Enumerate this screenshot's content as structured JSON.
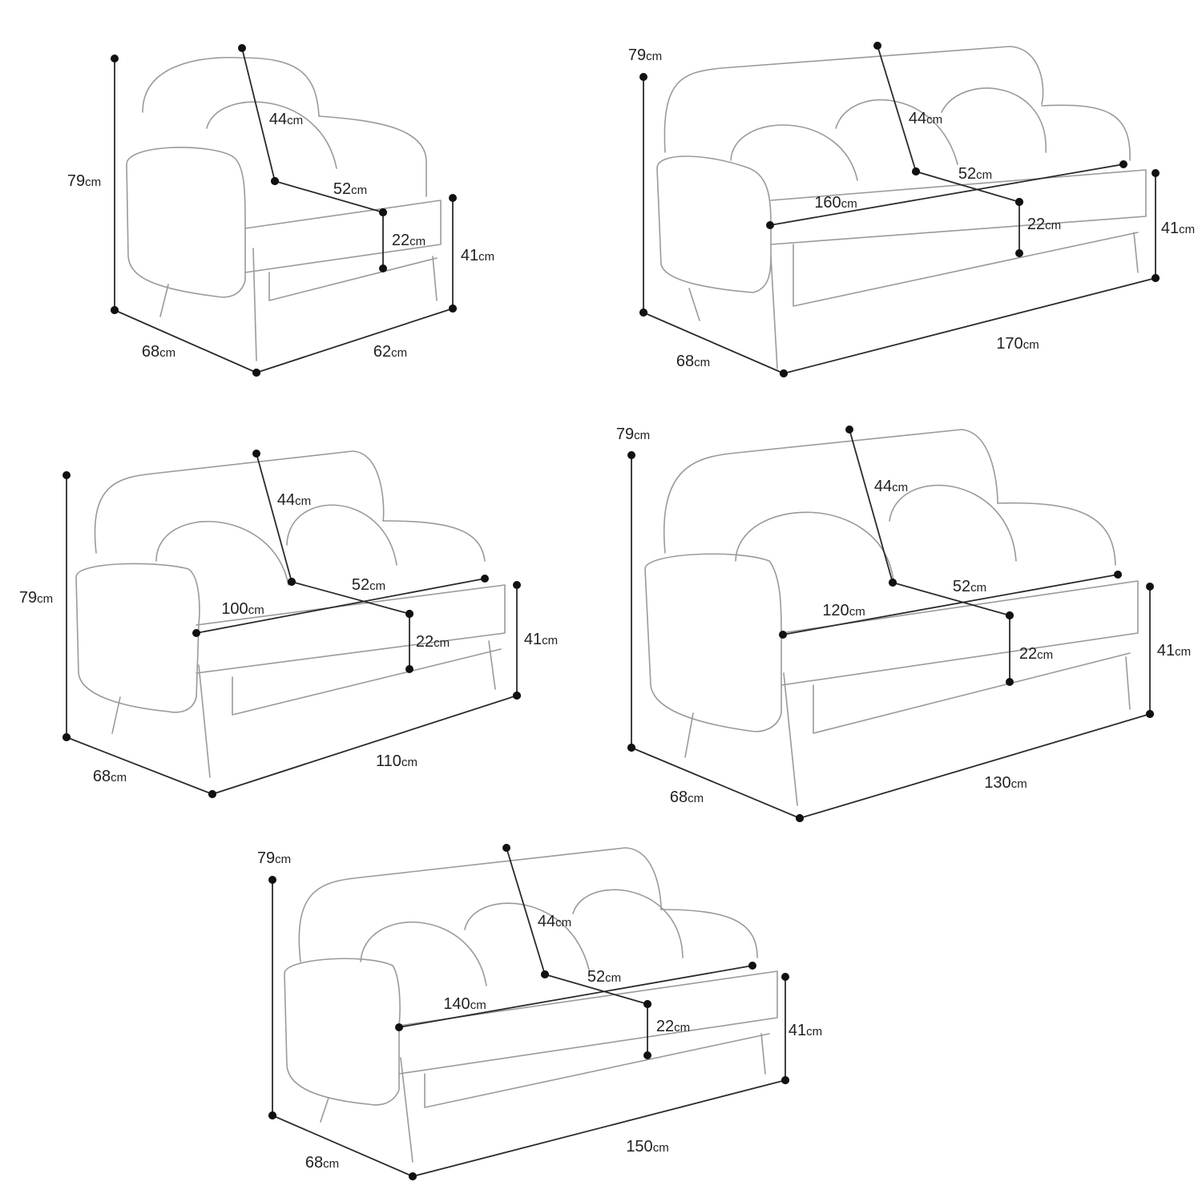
{
  "unit": "cm",
  "sofas": [
    {
      "name": "armchair",
      "dims": {
        "height": "79",
        "depth": "68",
        "width": "62",
        "seat_height": "41",
        "back_height": "44",
        "seat_depth": "52",
        "cushion": "22"
      }
    },
    {
      "name": "three-seater-170",
      "dims": {
        "height": "79",
        "depth": "68",
        "width": "170",
        "seat_height": "41",
        "back_height": "44",
        "seat_depth": "52",
        "cushion": "22",
        "seat_width": "160"
      }
    },
    {
      "name": "two-seater-110",
      "dims": {
        "height": "79",
        "depth": "68",
        "width": "110",
        "seat_height": "41",
        "back_height": "44",
        "seat_depth": "52",
        "cushion": "22",
        "seat_width": "100"
      }
    },
    {
      "name": "two-seater-130",
      "dims": {
        "height": "79",
        "depth": "68",
        "width": "130",
        "seat_height": "41",
        "back_height": "44",
        "seat_depth": "52",
        "cushion": "22",
        "seat_width": "120"
      }
    },
    {
      "name": "three-seater-150",
      "dims": {
        "height": "79",
        "depth": "68",
        "width": "150",
        "seat_height": "41",
        "back_height": "44",
        "seat_depth": "52",
        "cushion": "22",
        "seat_width": "140"
      }
    }
  ]
}
